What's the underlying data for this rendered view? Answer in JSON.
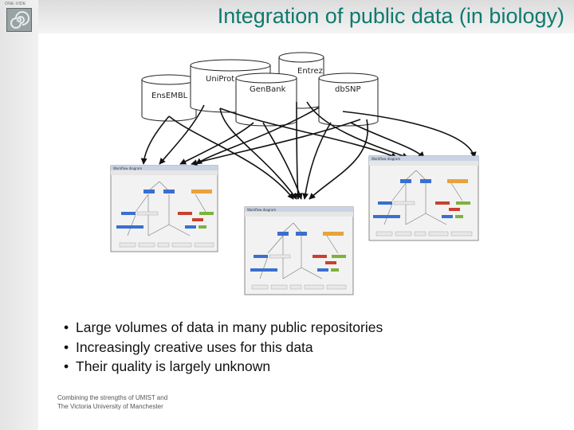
{
  "header": {
    "logo_text": "ONE-VIDE",
    "title": "Integration of public data (in biology)"
  },
  "diagram": {
    "databases": [
      {
        "label": "EnsEMBL"
      },
      {
        "label": "UniProt"
      },
      {
        "label": "GenBank"
      },
      {
        "label": "Entrez"
      },
      {
        "label": "dbSNP"
      }
    ],
    "workflows": [
      {
        "window_title": "Workflow diagram"
      },
      {
        "window_title": "Workflow diagram"
      },
      {
        "window_title": "Workflow diagram"
      }
    ]
  },
  "bullets": [
    "Large volumes of data in many public repositories",
    "Increasingly creative uses for this data",
    "Their quality is largely unknown"
  ],
  "footer": {
    "line1": "Combining the strengths of UMIST and",
    "line2": "The Victoria University of Manchester"
  },
  "colors": {
    "title": "#0f7a6e",
    "node_blue": "#3a6fcf",
    "node_green": "#7db33b",
    "node_red": "#c9412f",
    "node_orange": "#e8a33a"
  }
}
